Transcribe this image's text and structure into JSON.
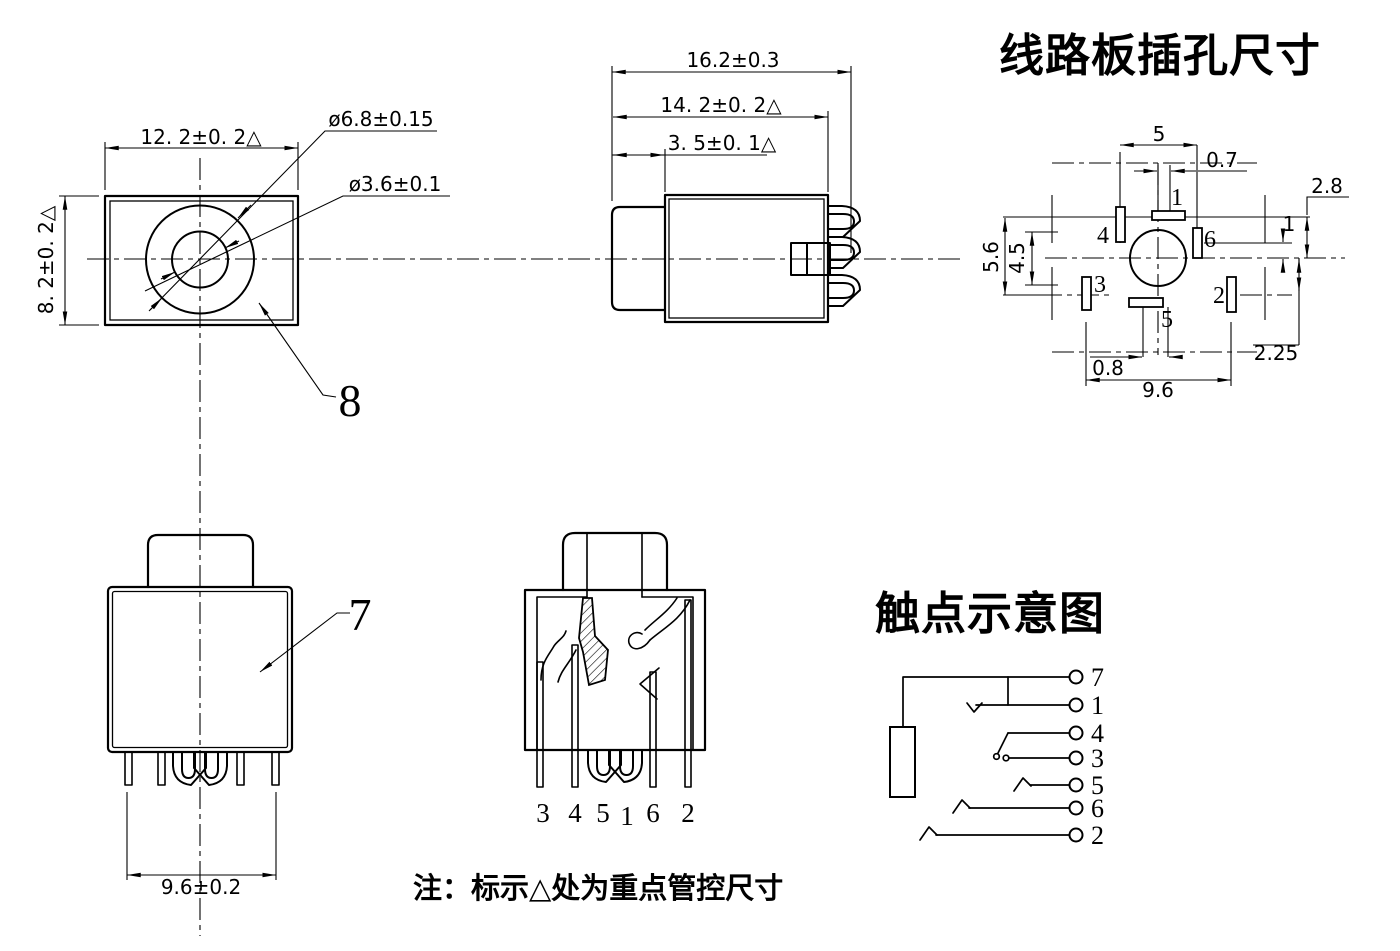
{
  "drawing": {
    "background": "#ffffff",
    "line_color": "#000000"
  },
  "titles": {
    "pcb_section_title": "线路板插孔尺寸",
    "contact_section_title": "触点示意图"
  },
  "note": {
    "text": "注：标示△处为重点管控尺寸"
  },
  "rear_view": {
    "dim_width": "12. 2±0. 2△",
    "dim_height": "8. 2±0. 2△",
    "dim_outer_diameter": "ø6.8±0.15",
    "dim_inner_diameter": "ø3.6±0.1",
    "part_label": "8"
  },
  "side_view": {
    "dim_overall_length": "16.2±0.3",
    "dim_body_length": "14. 2±0. 2△",
    "dim_sleeve_length": "3. 5±0. 1△"
  },
  "front_view": {
    "part_label": "7",
    "dim_pin_span": "9.6±0.2"
  },
  "section_view": {
    "pin_labels": [
      "3",
      "4",
      "5",
      "1",
      "6",
      "2"
    ]
  },
  "pcb_layout": {
    "dims": {
      "pad_pitch_top": "5",
      "slot_width_top": "0.7",
      "row_offset_right": "2.8",
      "pad6_offset": "1",
      "row_span_left": "5.6",
      "inner_span_left": "4.5",
      "slot_width_bottom": "0.8",
      "pad_pitch_bottom": "9.6",
      "row_offset_bottom_right": "2.25"
    },
    "pad_labels": {
      "p1": "1",
      "p4": "4",
      "p6": "6",
      "p3": "3",
      "p5": "5",
      "p2": "2"
    }
  },
  "contact_diagram": {
    "terminal_labels": [
      "7",
      "1",
      "4",
      "3",
      "5",
      "6",
      "2"
    ]
  }
}
